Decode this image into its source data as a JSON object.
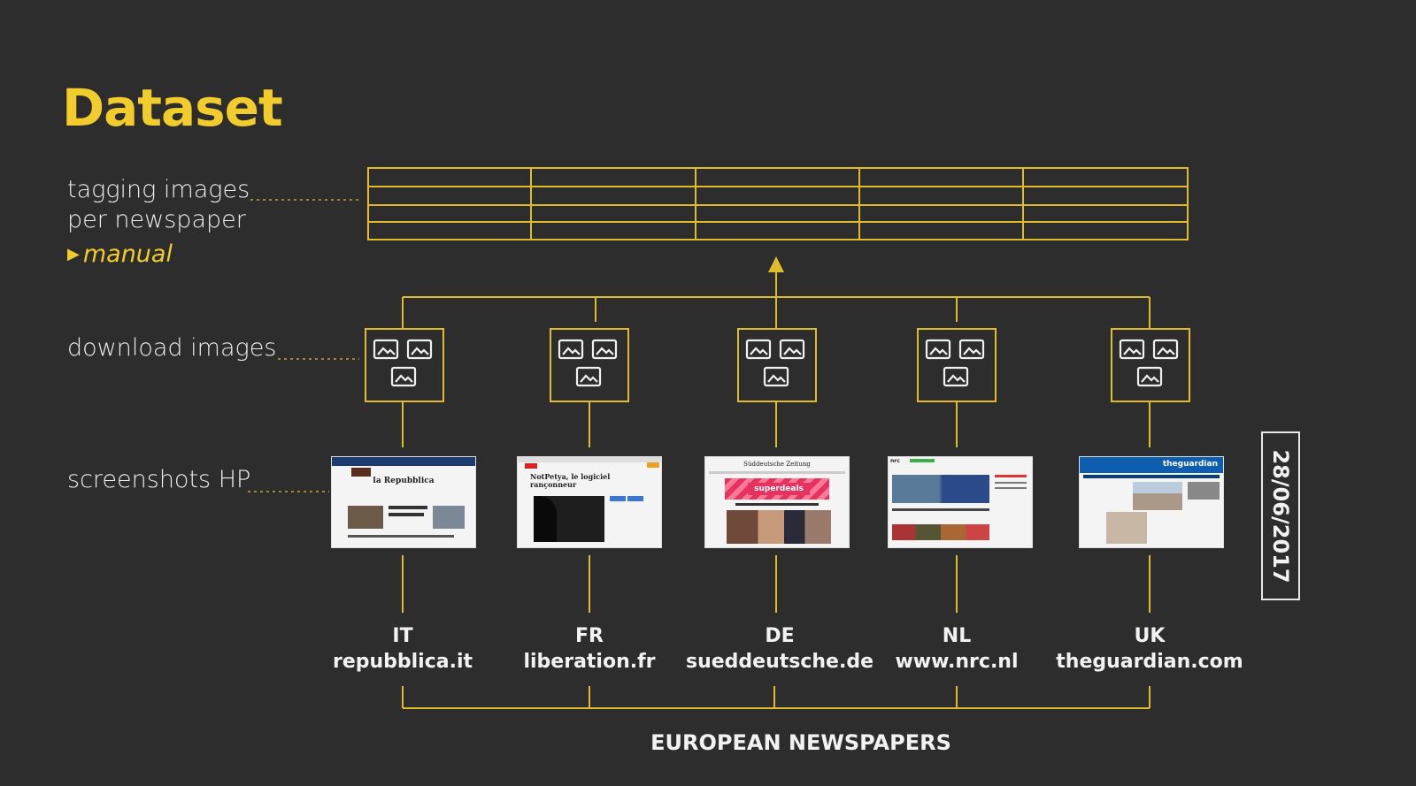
{
  "title": "Dataset",
  "steps": {
    "tagging_line1": "tagging images",
    "tagging_line2": "per newspaper",
    "tagging_method": "manual",
    "download": "download images",
    "screenshots": "screenshots HP"
  },
  "newspapers": [
    {
      "country": "IT",
      "site": "repubblica.it",
      "logo": "la Repubblica"
    },
    {
      "country": "FR",
      "site": "liberation.fr",
      "logo": "NotPetya, le logiciel rançonneur"
    },
    {
      "country": "DE",
      "site": "sueddeutsche.de",
      "logo": "superdeals"
    },
    {
      "country": "NL",
      "site": "www.nrc.nl",
      "logo": "nrc"
    },
    {
      "country": "UK",
      "site": "theguardian.com",
      "logo": "theguardian"
    }
  ],
  "footer": "EUROPEAN NEWSPAPERS",
  "date": "28/06/2017",
  "colors": {
    "background": "#2d2d2d",
    "accent": "#f2cc2c",
    "text": "#f2f2f2"
  },
  "icons": [
    "images-icon",
    "arrow-up-icon",
    "triangle-right-icon"
  ]
}
